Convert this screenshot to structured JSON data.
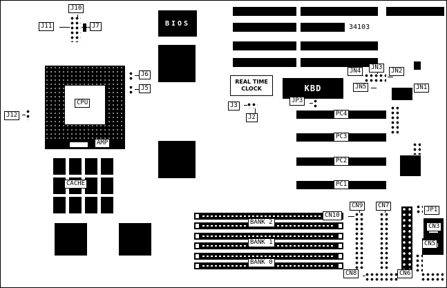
{
  "board": {
    "part_number": "34103"
  },
  "chips": {
    "bios": "BIOS",
    "cpu": "CPU",
    "amp": "AMP",
    "cache": "CACHE",
    "rtc_line1": "REAL TIME",
    "rtc_line2": "CLOCK",
    "kbd": "KBD"
  },
  "jumpers": {
    "j2": "J2",
    "j3": "J3",
    "j5": "J5",
    "j6": "J6",
    "j7": "J7",
    "j10": "J10",
    "j11": "J11",
    "j12": "J12",
    "jp1": "JP1",
    "jp3": "JP3",
    "jn1": "JN1",
    "jn2": "JN2",
    "jn3": "JN3",
    "jn4": "JN4",
    "jn5": "JN5"
  },
  "connectors": {
    "cn3": "CN3",
    "cn5": "CN5",
    "cn6": "CN6",
    "cn7": "CN7",
    "cn8": "CN8",
    "cn9": "CN9",
    "cn10": "CN10"
  },
  "slots": {
    "pci": [
      "PC4",
      "PC3",
      "PC2",
      "PC1"
    ]
  },
  "memory": {
    "banks": [
      "BANK 2",
      "BANK 1",
      "BANK 0"
    ]
  }
}
